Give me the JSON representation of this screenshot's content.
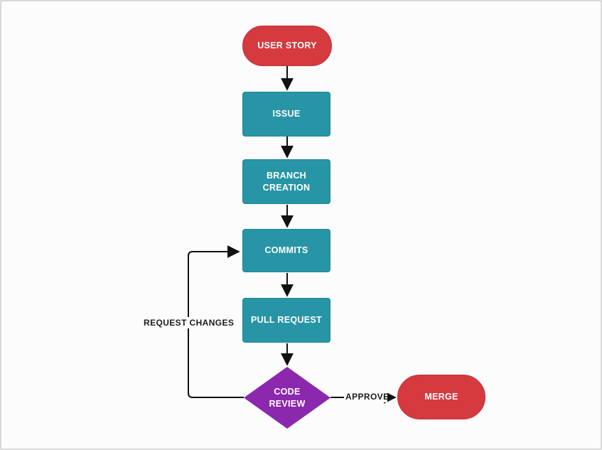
{
  "diagram": {
    "title": "git workflow flowchart",
    "colors": {
      "node_red": "#d43a3e",
      "node_teal": "#2795a5",
      "node_purple": "#8b28ad",
      "node_text": "#ffffff",
      "connector": "#111111",
      "edge_label_text": "#1c1c1c",
      "canvas_background": "#fcfcfc",
      "frame_border": "#d8d8d8"
    },
    "nodes": {
      "user_story": {
        "label": "USER STORY",
        "shape": "stadium",
        "color": "#d43a3e"
      },
      "issue": {
        "label": "ISSUE",
        "shape": "rectangle",
        "color": "#2795a5"
      },
      "branch_creation": {
        "label": "BRANCH CREATION",
        "shape": "rectangle",
        "color": "#2795a5"
      },
      "commits": {
        "label": "COMMITS",
        "shape": "rectangle",
        "color": "#2795a5"
      },
      "pull_request": {
        "label": "PULL REQUEST",
        "shape": "rectangle",
        "color": "#2795a5"
      },
      "code_review": {
        "label": "CODE\nREVIEW",
        "shape": "diamond",
        "color": "#8b28ad"
      },
      "merge": {
        "label": "MERGE",
        "shape": "stadium",
        "color": "#d43a3e"
      }
    },
    "edges": [
      {
        "from": "USER STORY",
        "to": "ISSUE",
        "label": ""
      },
      {
        "from": "ISSUE",
        "to": "BRANCH CREATION",
        "label": ""
      },
      {
        "from": "BRANCH CREATION",
        "to": "COMMITS",
        "label": ""
      },
      {
        "from": "COMMITS",
        "to": "PULL REQUEST",
        "label": ""
      },
      {
        "from": "PULL REQUEST",
        "to": "CODE REVIEW",
        "label": ""
      },
      {
        "from": "CODE REVIEW",
        "to": "MERGE",
        "label": "APPROVE"
      },
      {
        "from": "CODE REVIEW",
        "to": "COMMITS",
        "label": "REQUEST CHANGES"
      }
    ],
    "edge_labels": {
      "approve": "APPROVE",
      "request_changes": "REQUEST CHANGES"
    }
  }
}
